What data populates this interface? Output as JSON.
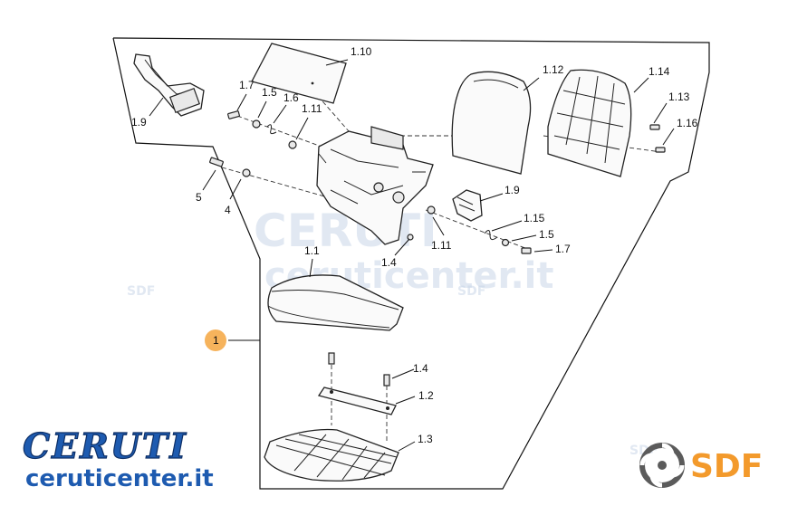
{
  "diagram": {
    "callout": "1",
    "labels": {
      "p1_1": "1.1",
      "p1_2": "1.2",
      "p1_3": "1.3",
      "p1_4a": "1.4",
      "p1_4b": "1.4",
      "p1_5a": "1.5",
      "p1_5b": "1.5",
      "p1_6": "1.6",
      "p1_7a": "1.7",
      "p1_7b": "1.7",
      "p1_9a": "1.9",
      "p1_9b": "1.9",
      "p1_10": "1.10",
      "p1_11a": "1.11",
      "p1_11b": "1.11",
      "p1_12": "1.12",
      "p1_13": "1.13",
      "p1_14": "1.14",
      "p1_15": "1.15",
      "p1_16": "1.16",
      "p4": "4",
      "p5": "5"
    }
  },
  "watermarks": {
    "brand_center": "CERUTI",
    "url_center": "ceruticenter.it",
    "sdf_small": "SDF"
  },
  "branding": {
    "ceruti_logo": "CERUTI",
    "ceruti_url": "ceruticenter.it",
    "sdf_logo": "SDF",
    "colors": {
      "ceruti_blue": "#1e5bb0",
      "sdf_orange": "#f39a2c",
      "callout_orange": "#f6b35c"
    }
  }
}
